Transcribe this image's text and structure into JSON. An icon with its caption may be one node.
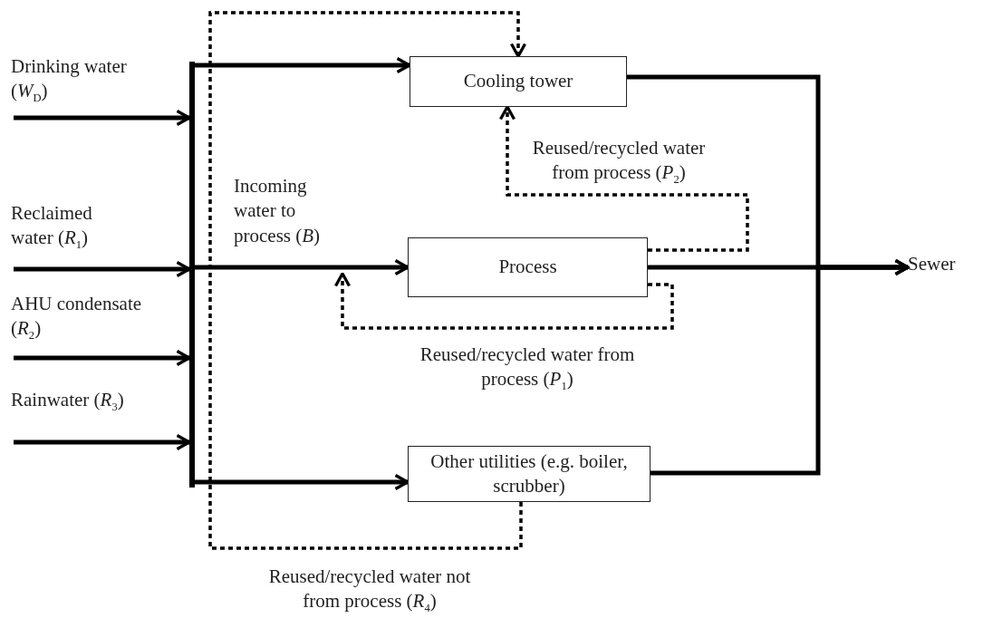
{
  "diagram": {
    "nodes": [
      {
        "text": [
          "Drinking water (*W*$_{D}$)"
        ]
      },
      {
        "text": [
          "Reclaimed water (*R*$_{1}$)"
        ]
      },
      {
        "text": [
          "AHU condensate (*R*$_{2}$)"
        ]
      },
      {
        "text": [
          "Rainwater (*R*$_{3}$)"
        ]
      },
      {
        "text": [],
        "shape": "bar"
      },
      {
        "text": [
          "Cooling tower"
        ]
      },
      {
        "text": [
          "Process"
        ]
      },
      {
        "text": [
          "Other utilities (e.g. boiler, scrubber)"
        ]
      },
      {
        "text": [
          "Sewer"
        ]
      }
    ],
    "edges": [
      {
        "from": 0,
        "to": 4,
        "arrow": "to"
      },
      {
        "from": 1,
        "to": 4,
        "arrow": "to"
      },
      {
        "from": 2,
        "to": 4,
        "arrow": "to"
      },
      {
        "from": 3,
        "to": 4,
        "arrow": "to"
      },
      {
        "from": 4,
        "to": 5,
        "arrow": "to"
      },
      {
        "from": 4,
        "to": 6,
        "arrow": "to",
        "label": "Incoming water to process (*B*)"
      },
      {
        "from": 4,
        "to": 7,
        "arrow": "to"
      },
      {
        "from": 5,
        "to": 8,
        "arrow": "to"
      },
      {
        "from": 6,
        "to": 8,
        "arrow": "to"
      },
      {
        "from": 7,
        "to": 8,
        "arrow": "to"
      },
      {
        "from": 6,
        "to": null,
        "arrow": "to",
        "style": "dashed",
        "label": "Reused/recycled water from process (*P*$_{1}$)"
      },
      {
        "from": 6,
        "to": 5,
        "arrow": "to",
        "style": "dashed",
        "label": "Reused/recycled water from process (*P*$_{2}$)"
      },
      {
        "from": 7,
        "to": 5,
        "arrow": "to",
        "style": "dashed",
        "label": "Reused/recycled water not from process (*R*$_{4}$)"
      }
    ]
  }
}
